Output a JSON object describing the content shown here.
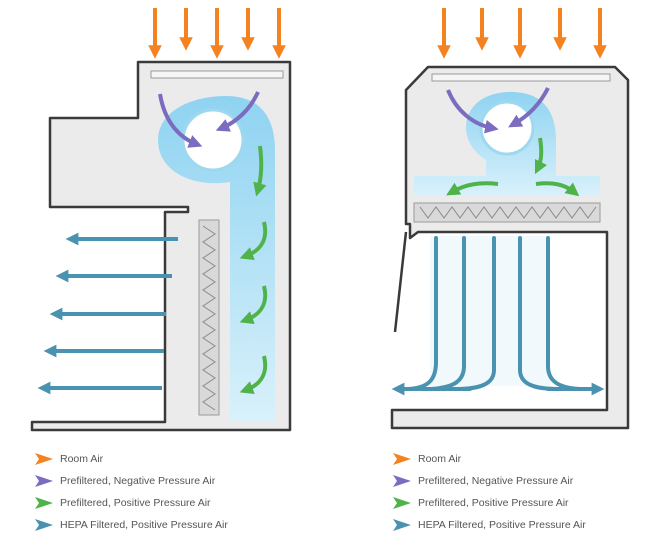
{
  "colors": {
    "room": "#f58220",
    "negative": "#7b6cbf",
    "positive": "#4fb34a",
    "hepa": "#4a93b0",
    "cabinet_fill": "#ebebeb",
    "cabinet_stroke": "#3a3a3a",
    "light_blue": "#a8ddf4",
    "filter_fill": "#d9d9d9"
  },
  "legend": [
    {
      "key": "room",
      "label": "Room Air",
      "icon": "orange-arrow-icon"
    },
    {
      "key": "negative",
      "label": "Prefiltered, Negative Pressure Air",
      "icon": "purple-arrow-icon"
    },
    {
      "key": "positive",
      "label": "Prefiltered, Positive Pressure Air",
      "icon": "green-arrow-icon"
    },
    {
      "key": "hepa",
      "label": "HEPA Filtered, Positive Pressure Air",
      "icon": "teal-arrow-icon"
    }
  ]
}
